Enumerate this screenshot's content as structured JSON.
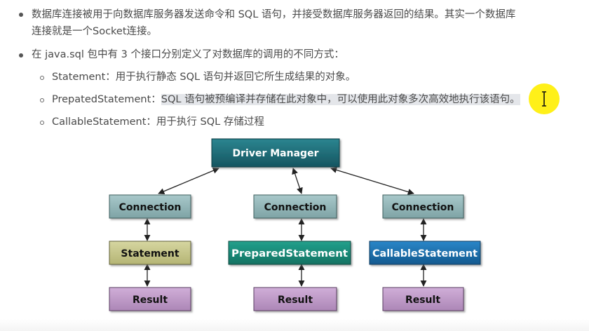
{
  "bullets": [
    {
      "line1": "数据库连接被用于向数据库服务器发送命令和 SQL 语句，并接受数据库服务器返回的结果。其实一个数据库",
      "line2": "连接就是一个Socket连接。"
    },
    {
      "line1": "在 java.sql 包中有 3 个接口分别定义了对数据库的调用的不同方式："
    }
  ],
  "sub_items": [
    {
      "text": "Statement：用于执行静态 SQL 语句并返回它所生成结果的对象。"
    },
    {
      "prefix": "PrepatedStatement：",
      "highlighted": "SQL 语句被预编译并存储在此对象中，可以使用此对象多次高效地执行该语句。"
    },
    {
      "text": "CallableStatement：用于执行 SQL 存储过程"
    }
  ],
  "diagram": {
    "root": "Driver Manager",
    "columns": [
      {
        "connection": "Connection",
        "statement": "Statement",
        "result": "Result"
      },
      {
        "connection": "Connection",
        "statement": "PreparedStatement",
        "result": "Result"
      },
      {
        "connection": "Connection",
        "statement": "CallableStatement",
        "result": "Result"
      }
    ]
  },
  "colors": {
    "root_fill": "#1f6b75",
    "connection_fill": "#8fb3b5",
    "statement1_fill": "#c5c58a",
    "statement2_fill": "#1a8a78",
    "statement3_fill": "#1a6fb0",
    "result_fill": "#c19ac9",
    "highlight": "#e4e6ea",
    "cursor_halo": "#ffee00"
  }
}
